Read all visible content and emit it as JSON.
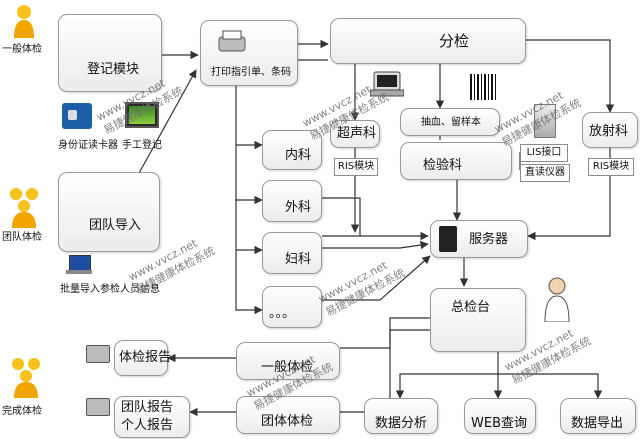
{
  "actors": {
    "general": "一般体检",
    "team": "团队体检",
    "complete": "完成体检"
  },
  "modules": {
    "register": "登记模块",
    "print": "打印指引单、条码",
    "sorting": "分检",
    "team_import": "团队导入",
    "id_card_reader": "身份证读卡器",
    "manual_register": "手工登记",
    "batch_import": "批量导入参检人员信息"
  },
  "departments": {
    "internal": "内科",
    "surgery": "外科",
    "gynecology": "妇科",
    "more": "。。。",
    "ultrasound": "超声科",
    "blood": "抽血、留样本",
    "radiology": "放射科",
    "lab": "检验科",
    "lis": "LIS接口",
    "direct_reading": "直读仪器",
    "ris_us": "RIS模块",
    "ris_rad": "RIS模块"
  },
  "server": "服务器",
  "general_desk": "总检台",
  "outputs": {
    "analysis": "数据分析",
    "web_query": "WEB查询",
    "export": "数据导出",
    "general_exam": "一般体检",
    "team_exam": "团体体检",
    "report": "体检报告",
    "team_report_1": "团队报告",
    "team_report_2": "个人报告"
  },
  "watermark": {
    "domain": "www.vvcz.net",
    "cn": "易捷健康体检系统"
  },
  "colors": {
    "line": "#333333",
    "box_border": "#9a9a9a",
    "person_head": "#f7c21b",
    "person_body": "#f0a500"
  }
}
